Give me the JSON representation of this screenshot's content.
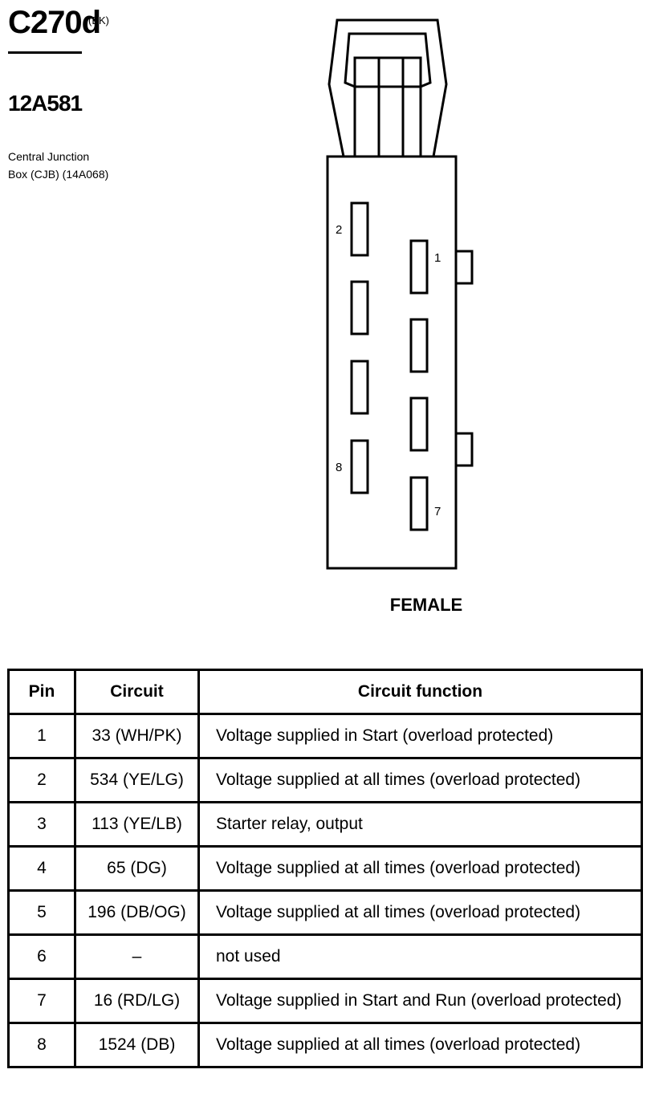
{
  "connector": {
    "id": "C270d",
    "color": "(BK)",
    "part_number": "12A581",
    "description_line1": "Central Junction",
    "description_line2": "Box (CJB) (14A068)",
    "gender": "FEMALE"
  },
  "pin_labels": {
    "p1": "1",
    "p2": "2",
    "p7": "7",
    "p8": "8"
  },
  "table": {
    "headers": [
      "Pin",
      "Circuit",
      "Circuit function"
    ],
    "rows": [
      {
        "pin": "1",
        "circuit": "33 (WH/PK)",
        "function": "Voltage supplied in Start (overload protected)"
      },
      {
        "pin": "2",
        "circuit": "534 (YE/LG)",
        "function": "Voltage supplied at all times (overload protected)"
      },
      {
        "pin": "3",
        "circuit": "113 (YE/LB)",
        "function": "Starter relay, output"
      },
      {
        "pin": "4",
        "circuit": "65 (DG)",
        "function": "Voltage supplied at all times (overload protected)"
      },
      {
        "pin": "5",
        "circuit": "196 (DB/OG)",
        "function": "Voltage supplied at all times (overload protected)"
      },
      {
        "pin": "6",
        "circuit": "–",
        "function": "not used"
      },
      {
        "pin": "7",
        "circuit": "16 (RD/LG)",
        "function": "Voltage supplied in Start and Run (overload protected)"
      },
      {
        "pin": "8",
        "circuit": "1524 (DB)",
        "function": "Voltage supplied at all times (overload protected)"
      }
    ]
  }
}
